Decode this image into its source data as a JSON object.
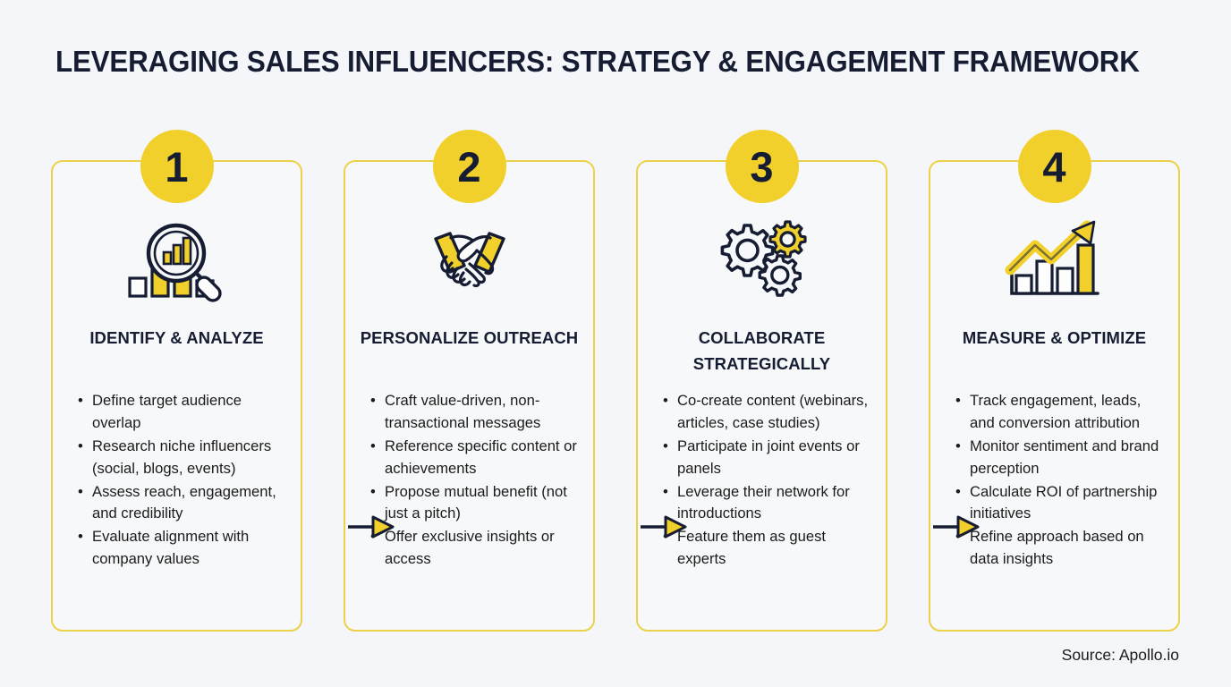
{
  "title": "LEVERAGING SALES INFLUENCERS: STRATEGY & ENGAGEMENT FRAMEWORK",
  "source": "Source: Apollo.io",
  "colors": {
    "background": "#f4f6f9",
    "accent_yellow": "#f2d02c",
    "border_yellow": "#ecd14b",
    "dark_navy": "#161d33",
    "body_text": "#1b1b1b"
  },
  "cards": [
    {
      "number": "1",
      "icon": "magnifier-bar-chart-icon",
      "title": "IDENTIFY & ANALYZE",
      "bullets": [
        "Define target audience overlap",
        "Research niche influencers (social, blogs, events)",
        "Assess reach, engagement, and credibility",
        "Evaluate alignment with company values"
      ]
    },
    {
      "number": "2",
      "icon": "handshake-icon",
      "title": "PERSONALIZE OUTREACH",
      "bullets": [
        "Craft value-driven, non-transactional messages",
        "Reference specific content or achievements",
        "Propose mutual benefit (not just a pitch)",
        "Offer exclusive insights or access"
      ]
    },
    {
      "number": "3",
      "icon": "gears-icon",
      "title": "COLLABORATE STRATEGICALLY",
      "bullets": [
        "Co-create content (webinars, articles, case studies)",
        "Participate in joint events or panels",
        "Leverage their network for introductions",
        "Feature them as guest experts"
      ]
    },
    {
      "number": "4",
      "icon": "growth-chart-arrow-icon",
      "title": "MEASURE & OPTIMIZE",
      "bullets": [
        "Track engagement, leads, and conversion attribution",
        "Monitor sentiment and brand perception",
        "Calculate ROI of partnership initiatives",
        "Refine approach based on data insights"
      ]
    }
  ],
  "connectors": [
    {
      "name": "arrow-1-to-2"
    },
    {
      "name": "arrow-2-to-3"
    },
    {
      "name": "arrow-3-to-4"
    }
  ]
}
